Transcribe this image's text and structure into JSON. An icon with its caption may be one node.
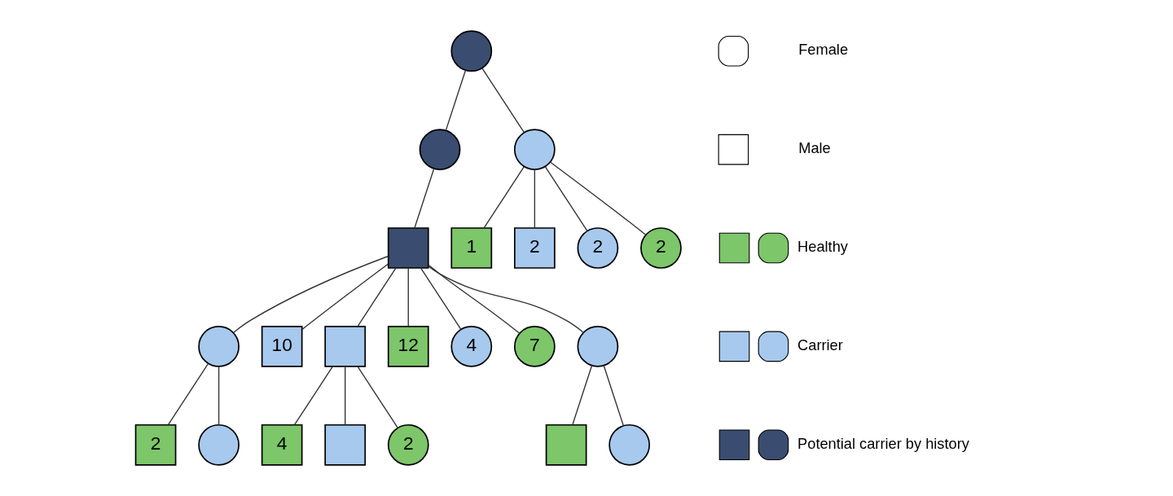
{
  "diagram": {
    "nodes": [
      {
        "text": [],
        "shape": "circle"
      },
      {
        "text": [],
        "shape": "circle"
      },
      {
        "text": [],
        "shape": "circle"
      },
      {
        "text": [],
        "shape": "box"
      },
      {
        "text": [
          "1"
        ]
      },
      {
        "text": [
          "2"
        ]
      },
      {
        "text": [
          "2"
        ]
      },
      {
        "text": [
          "2"
        ]
      },
      {
        "text": [],
        "shape": "circle"
      },
      {
        "text": [
          "10"
        ]
      },
      {
        "text": [],
        "shape": "box"
      },
      {
        "text": [
          "12"
        ]
      },
      {
        "text": [
          "4"
        ]
      },
      {
        "text": [
          "7"
        ]
      },
      {
        "text": [],
        "shape": "circle"
      },
      {
        "text": [
          "2"
        ]
      },
      {
        "text": [],
        "shape": "circle"
      },
      {
        "text": [
          "4"
        ]
      },
      {
        "text": [],
        "shape": "box"
      },
      {
        "text": [
          "2"
        ]
      },
      {
        "text": [],
        "shape": "box"
      },
      {
        "text": [],
        "shape": "circle"
      }
    ],
    "edges": [
      {
        "from": 0,
        "to": 1,
        "arrow": "none"
      },
      {
        "from": 0,
        "to": 2,
        "arrow": "none"
      },
      {
        "from": 1,
        "to": 3,
        "arrow": "none"
      },
      {
        "from": 2,
        "to": 4,
        "arrow": "none"
      },
      {
        "from": 2,
        "to": 5,
        "arrow": "none"
      },
      {
        "from": 2,
        "to": 6,
        "arrow": "none"
      },
      {
        "from": 2,
        "to": 7,
        "arrow": "none"
      },
      {
        "from": 3,
        "to": 8,
        "arrow": "none"
      },
      {
        "from": 3,
        "to": 9,
        "arrow": "none"
      },
      {
        "from": 3,
        "to": 10,
        "arrow": "none"
      },
      {
        "from": 3,
        "to": 11,
        "arrow": "none"
      },
      {
        "from": 3,
        "to": 12,
        "arrow": "none"
      },
      {
        "from": 3,
        "to": 13,
        "arrow": "none"
      },
      {
        "from": 3,
        "to": 14,
        "arrow": "none"
      },
      {
        "from": 8,
        "to": 15,
        "arrow": "none"
      },
      {
        "from": 8,
        "to": 16,
        "arrow": "none"
      },
      {
        "from": 10,
        "to": 17,
        "arrow": "none"
      },
      {
        "from": 10,
        "to": 18,
        "arrow": "none"
      },
      {
        "from": 10,
        "to": 19,
        "arrow": "none"
      },
      {
        "from": 14,
        "to": 20,
        "arrow": "none"
      },
      {
        "from": 14,
        "to": 21,
        "arrow": "none"
      }
    ],
    "legend": [
      {
        "text": "Female"
      },
      {
        "text": "Male"
      },
      {
        "text": "Healthy",
        "color": "#7dc66a"
      },
      {
        "text": "Carrier",
        "color": "#a7c9ee"
      },
      {
        "text": "Potential carrier by history"
      }
    ]
  }
}
